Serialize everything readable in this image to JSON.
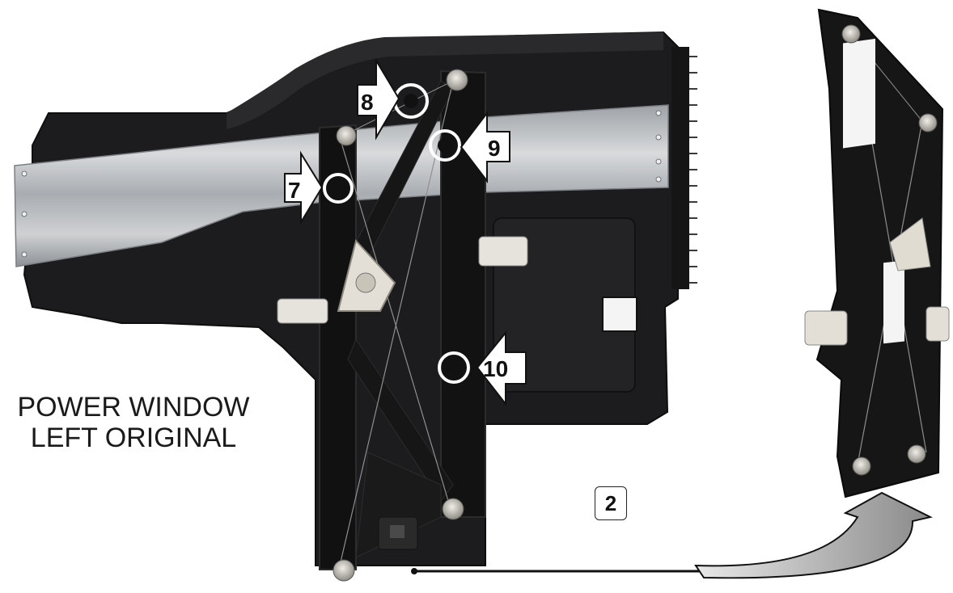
{
  "caption": {
    "line1": "POWER WINDOW",
    "line2": "LEFT ORIGINAL"
  },
  "step_number": "2",
  "callouts": [
    {
      "id": "callout-7",
      "label": "7"
    },
    {
      "id": "callout-8",
      "label": "8"
    },
    {
      "id": "callout-9",
      "label": "9"
    },
    {
      "id": "callout-10",
      "label": "10"
    }
  ],
  "colors": {
    "panel": "#1c1c1e",
    "rail_steel": "#b9bcbf",
    "roller": "#c8c6c0",
    "arrow_fill": "#a0a0a0"
  }
}
